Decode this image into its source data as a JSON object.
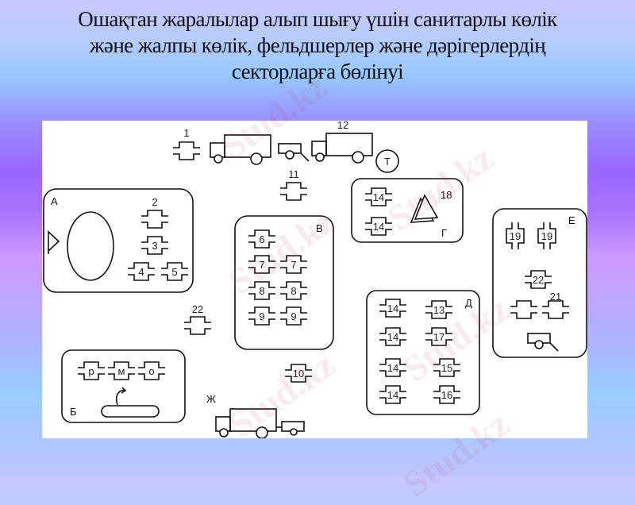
{
  "title": {
    "line1": "Ошақтан жаралылар алып шығу үшін санитарлы көлік",
    "line2": "және жалпы көлік, фельдшерлер және дәрігерлердің",
    "line3": "секторларға бөлінуі"
  },
  "watermark": {
    "text": "Stud.kz"
  },
  "diagram": {
    "tent_label": "Т",
    "sectors": {
      "A": {
        "label": "А",
        "items": [
          "2",
          "3",
          "4",
          "5"
        ]
      },
      "B": {
        "label": "Б",
        "items": [
          "р",
          "м",
          "о"
        ]
      },
      "V": {
        "label": "В",
        "items": [
          "6",
          "7",
          "7",
          "8",
          "8",
          "9",
          "9"
        ]
      },
      "G": {
        "label": "Г",
        "items": [
          "14",
          "14",
          "18"
        ]
      },
      "D": {
        "label": "Д",
        "items": [
          "14",
          "13",
          "14",
          "17",
          "14",
          "15",
          "14",
          "16"
        ]
      },
      "E": {
        "label": "Е",
        "items": [
          "19",
          "19",
          "22",
          "21"
        ]
      },
      "Zh": {
        "label": "Ж"
      }
    },
    "standalone": [
      "1",
      "11",
      "12",
      "22",
      "10"
    ]
  }
}
